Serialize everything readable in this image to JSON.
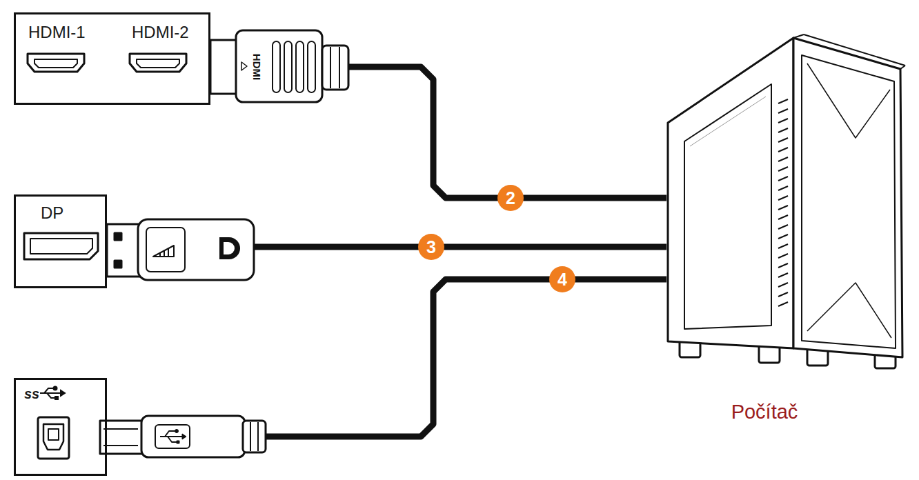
{
  "diagram": {
    "nodes": [
      {
        "text": [
          "HDMI-1",
          "HDMI-2"
        ]
      },
      {
        "text": [
          "DP"
        ]
      },
      {
        "text": [
          "ss"
        ]
      },
      {
        "text": [
          "Počítač"
        ]
      }
    ],
    "edges": [
      {
        "from": 0,
        "to": 3,
        "arrow": "none",
        "label": "2"
      },
      {
        "from": 1,
        "to": 3,
        "arrow": "none",
        "label": "3"
      },
      {
        "from": 2,
        "to": 3,
        "arrow": "none",
        "label": "4"
      }
    ],
    "labels": [
      "HDMI"
    ]
  }
}
